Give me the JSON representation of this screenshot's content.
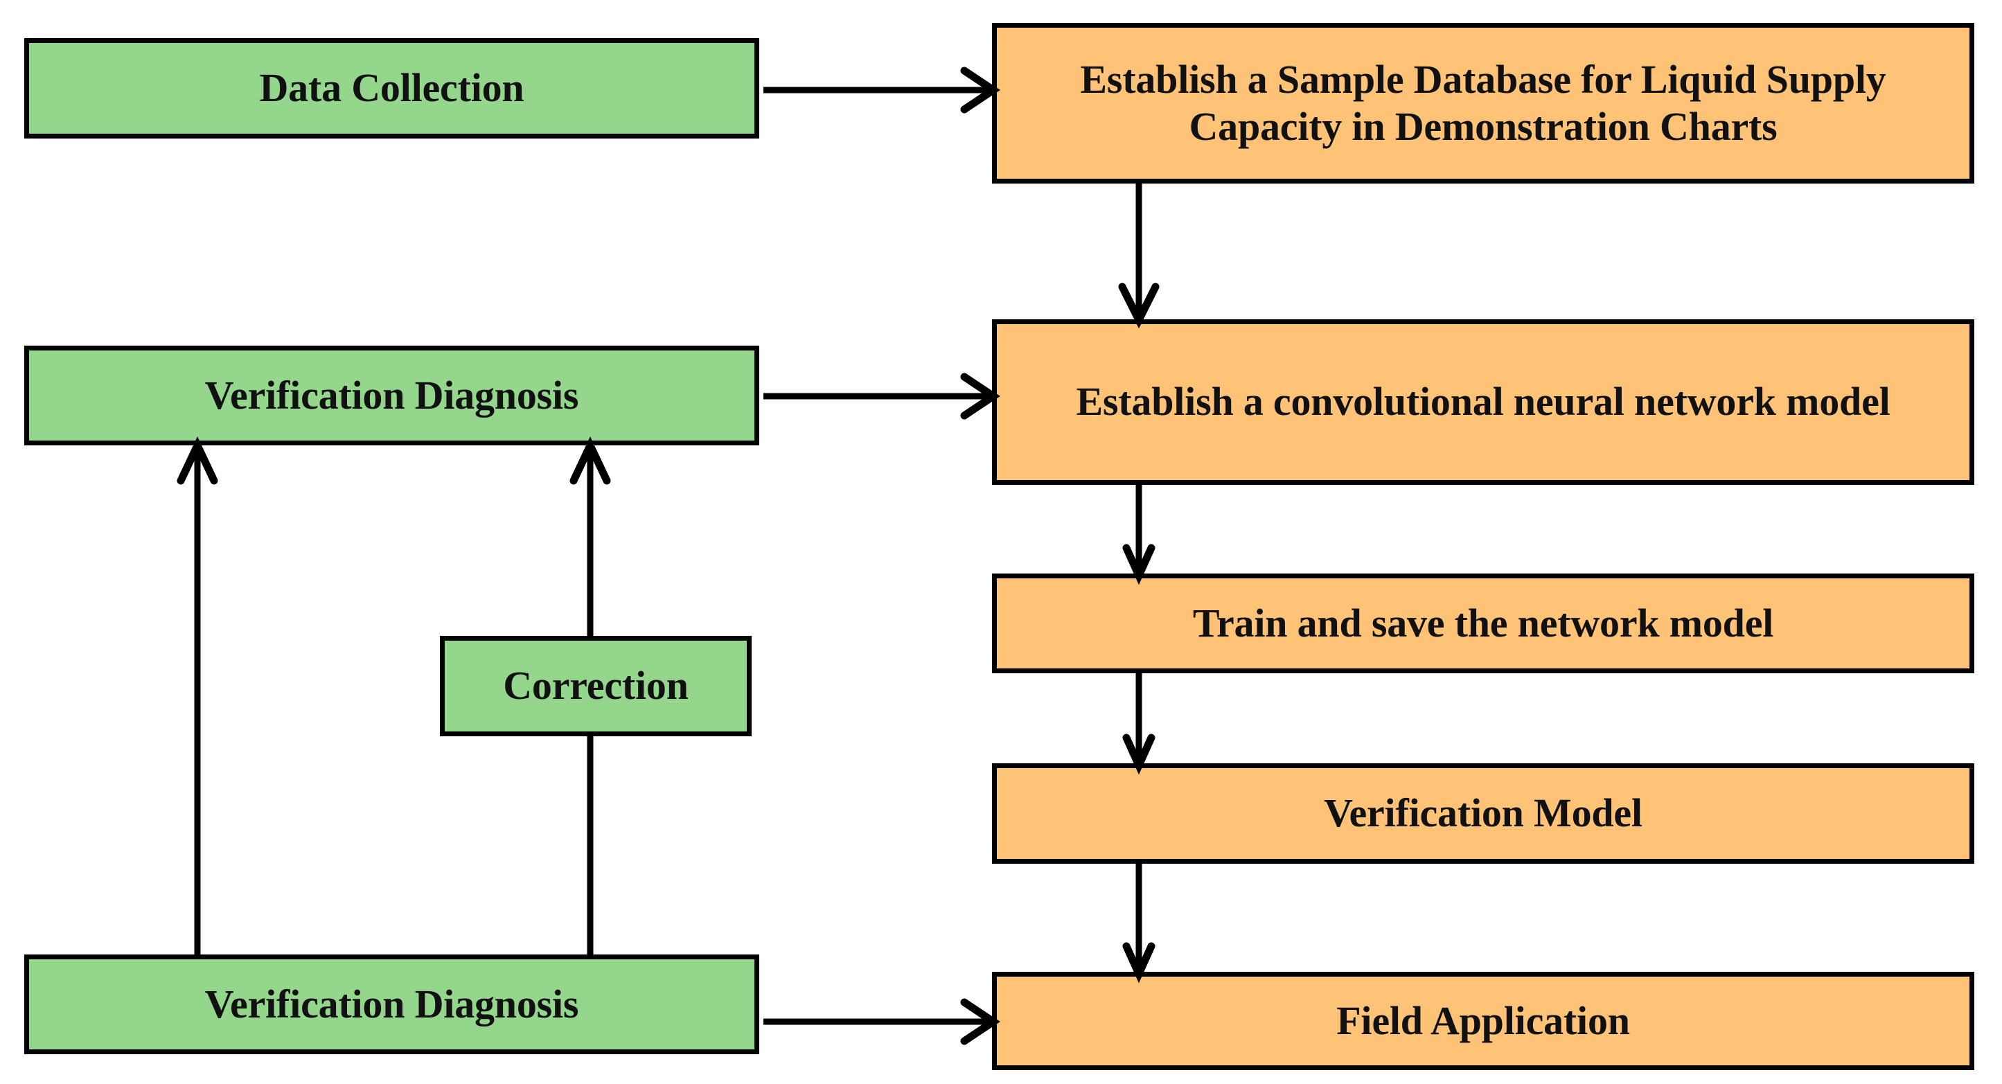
{
  "diagram": {
    "title": "Liquid Supply Capacity CNN Workflow",
    "colors": {
      "green_fill": "#94D68C",
      "orange_fill": "#FFC378",
      "border": "#000000",
      "background": "#FFFFFF",
      "text": "#111111"
    },
    "nodes": {
      "data_collection": {
        "label": "Data Collection",
        "fill": "green"
      },
      "sample_database": {
        "label": "Establish a Sample Database for Liquid Supply Capacity in Demonstration Charts",
        "fill": "orange"
      },
      "verification_diagnosis_mid": {
        "label": "Verification Diagnosis",
        "fill": "green"
      },
      "cnn_model": {
        "label": "Establish a convolutional neural network model",
        "fill": "orange"
      },
      "train_save": {
        "label": "Train and save the network model",
        "fill": "orange"
      },
      "correction": {
        "label": "Correction",
        "fill": "green"
      },
      "verification_model": {
        "label": "Verification Model",
        "fill": "orange"
      },
      "verification_diagnosis_bottom": {
        "label": "Verification Diagnosis",
        "fill": "green"
      },
      "field_application": {
        "label": "Field Application",
        "fill": "orange"
      }
    },
    "edges": [
      {
        "from": "data_collection",
        "to": "sample_database",
        "direction": "right"
      },
      {
        "from": "sample_database",
        "to": "cnn_model",
        "direction": "down"
      },
      {
        "from": "verification_diagnosis_mid",
        "to": "cnn_model",
        "direction": "right"
      },
      {
        "from": "cnn_model",
        "to": "train_save",
        "direction": "down"
      },
      {
        "from": "train_save",
        "to": "verification_model",
        "direction": "down"
      },
      {
        "from": "verification_model",
        "to": "field_application",
        "direction": "down"
      },
      {
        "from": "verification_diagnosis_bottom",
        "to": "field_application",
        "direction": "right"
      },
      {
        "from": "verification_diagnosis_bottom",
        "to": "verification_diagnosis_mid",
        "direction": "up"
      },
      {
        "from": "verification_diagnosis_bottom",
        "to": "correction",
        "direction": "up"
      },
      {
        "from": "correction",
        "to": "verification_diagnosis_mid",
        "direction": "up"
      }
    ]
  }
}
